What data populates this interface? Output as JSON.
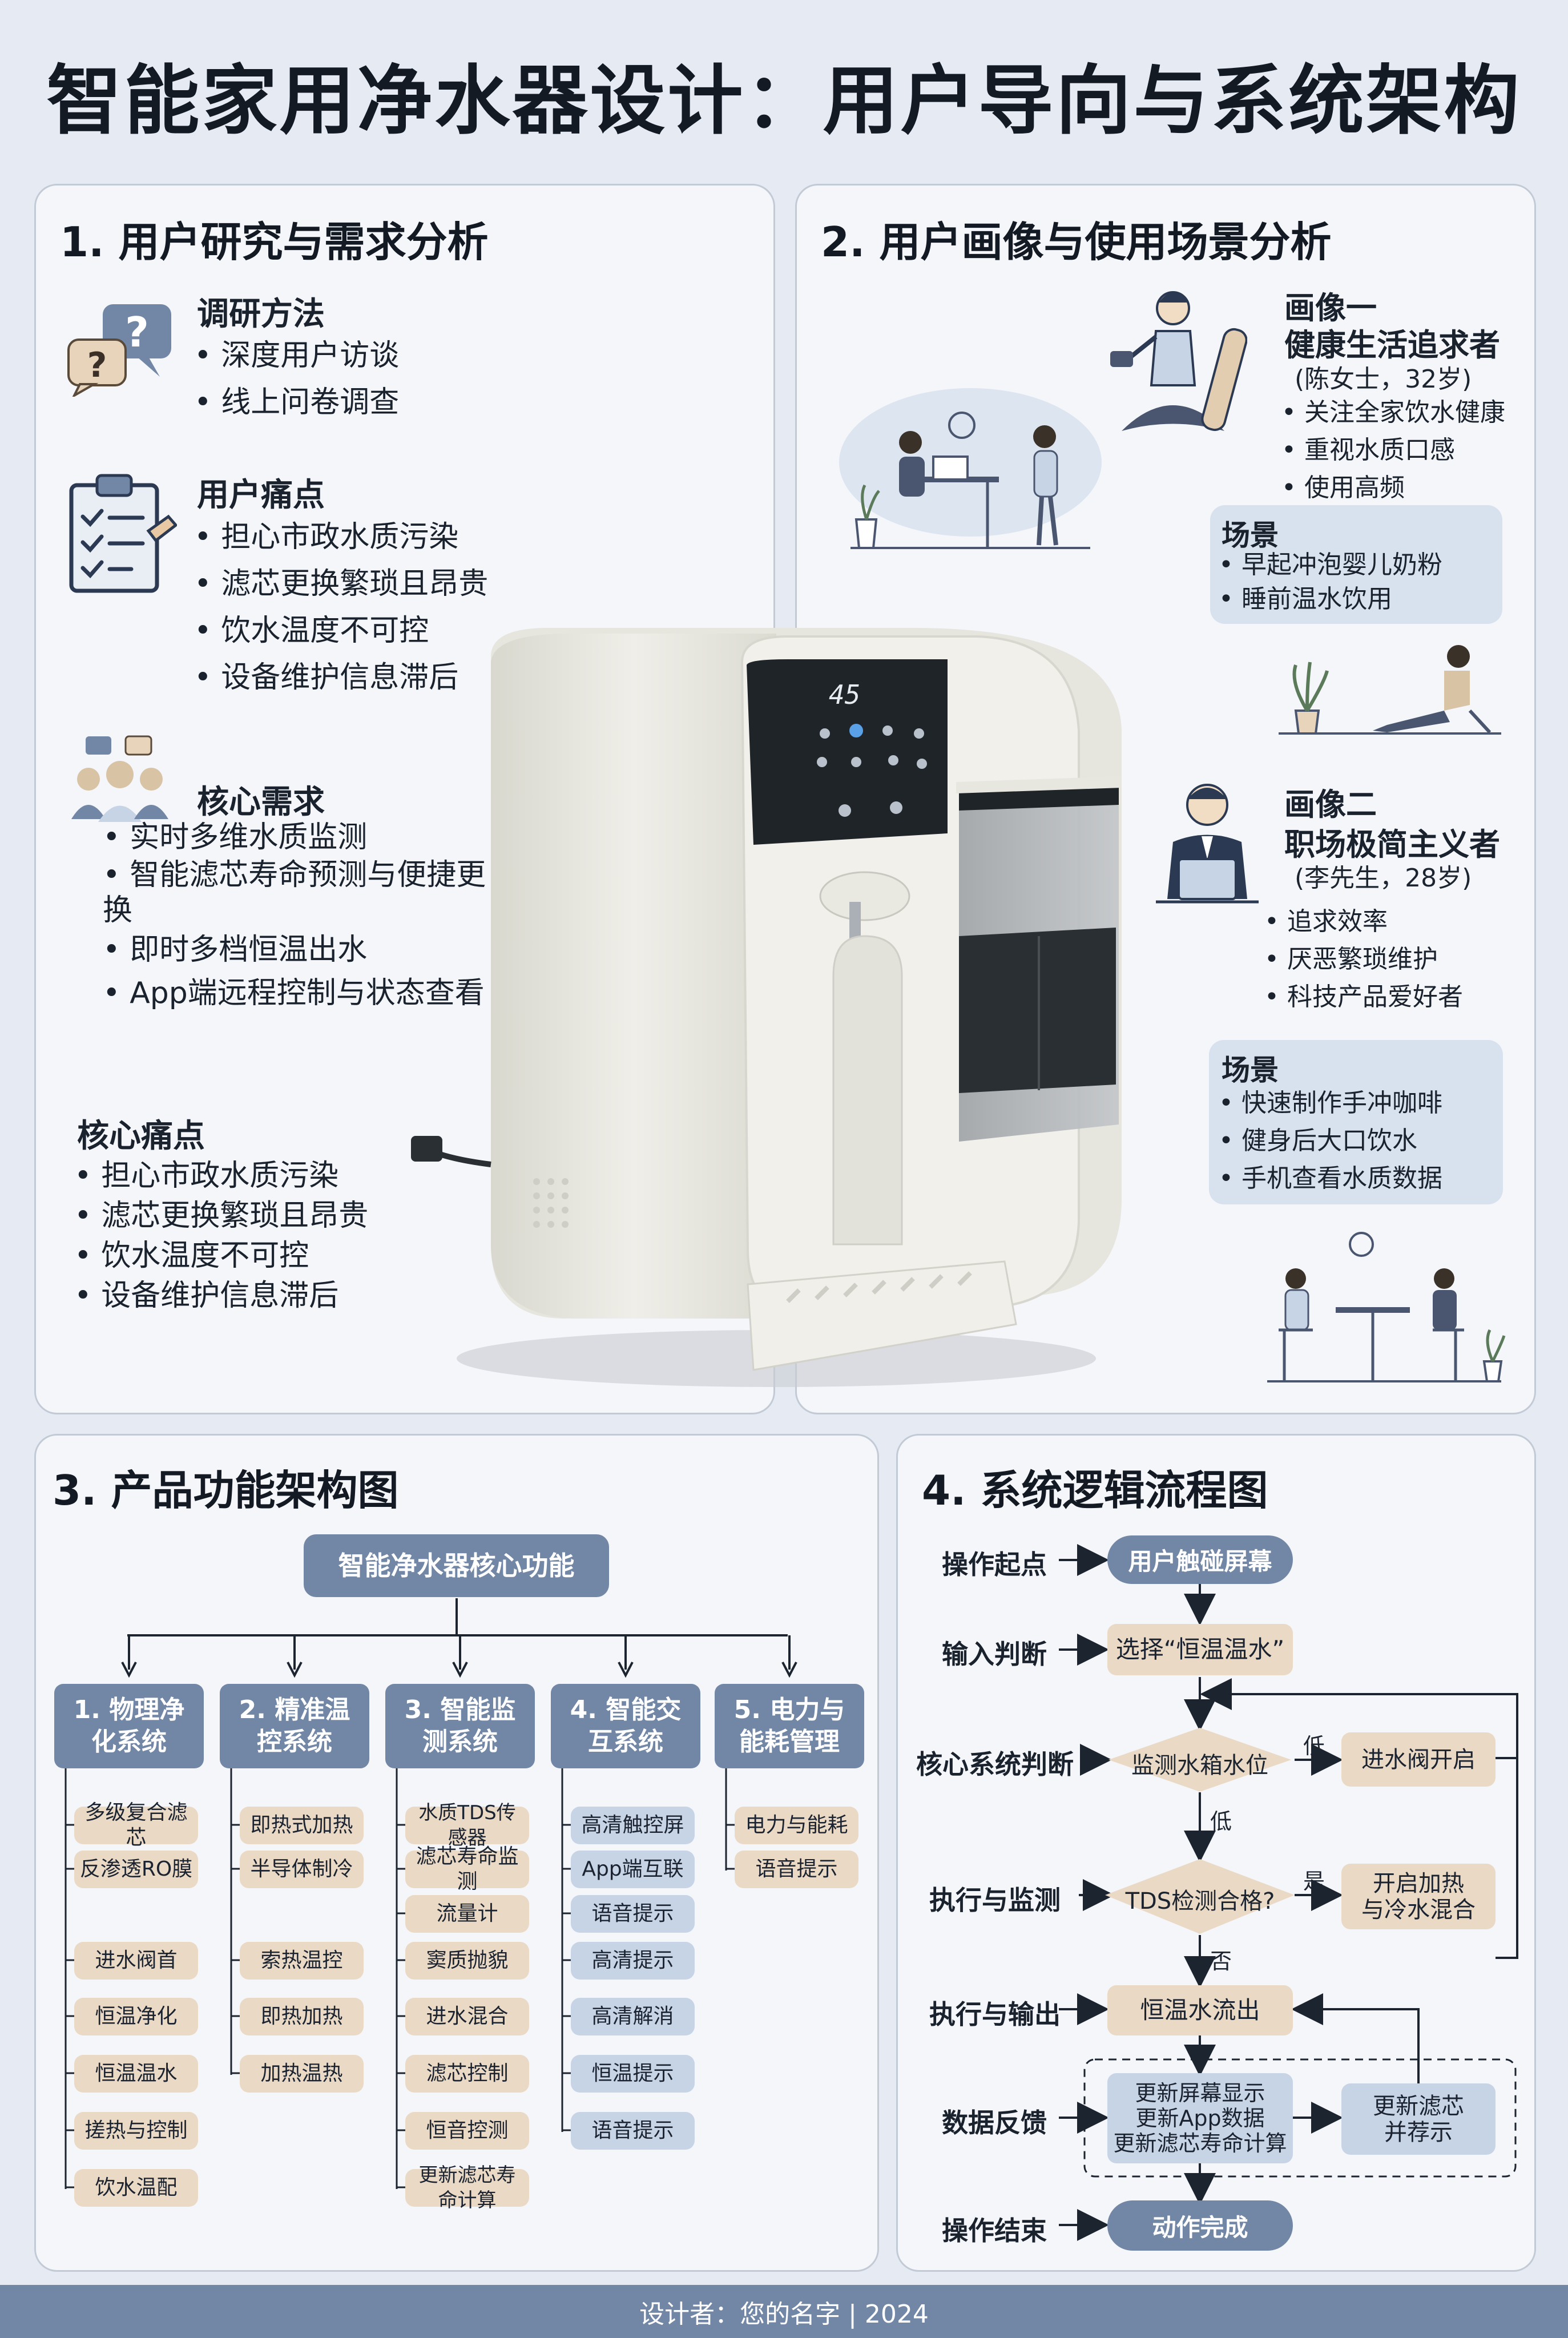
{
  "title": "智能家用净水器设计：用户导向与系统架构",
  "footer": "设计者：您的名字 | 2024",
  "p1": {
    "title": "1. 用户研究与需求分析",
    "research": {
      "heading": "调研方法",
      "items": [
        "深度用户访谈",
        "线上问卷调查"
      ]
    },
    "pain": {
      "heading": "用户痛点",
      "items": [
        "担心市政水质污染",
        "滤芯更换繁琐且昂贵",
        "饮水温度不可控",
        "设备维护信息滞后"
      ]
    },
    "needs": {
      "heading": "核心需求",
      "items": [
        "实时多维水质监测",
        "智能滤芯寿命预测与便捷更换",
        "即时多档恒温出水",
        "App端远程控制与状态查看"
      ]
    },
    "core_pain": {
      "heading": "核心痛点",
      "items": [
        "担心市政水质污染",
        "滤芯更换繁琐且昂贵",
        "饮水温度不可控",
        "设备维护信息滞后"
      ]
    }
  },
  "device": {
    "display": "45"
  },
  "p2": {
    "title": "2. 用户画像与使用场景分析",
    "persona1": {
      "line1": "画像一",
      "line2": "健康生活追求者",
      "line3": "(陈女士，32岁)",
      "items": [
        "关注全家饮水健康",
        "重视水质口感",
        "使用高频"
      ]
    },
    "scene1": {
      "heading": "场景",
      "items": [
        "早起冲泡婴儿奶粉",
        "睡前温水饮用"
      ]
    },
    "persona2": {
      "line1": "画像二",
      "line2": "职场极简主义者",
      "line3": "(李先生，28岁)",
      "items": [
        "追求效率",
        "厌恶繁琐维护",
        "科技产品爱好者"
      ]
    },
    "scene2": {
      "heading": "场景",
      "items": [
        "快速制作手冲咖啡",
        "健身后大口饮水",
        "手机查看水质数据"
      ]
    }
  },
  "p3": {
    "title": "3. 产品功能架构图",
    "root": "智能净水器核心功能",
    "columns": [
      {
        "head": "1. 物理净化系统",
        "items": [
          "多级复合滤芯",
          "反渗透RO膜",
          "",
          "进水阀首",
          "恒温净化",
          "恒温温水",
          "搓热与控制",
          "饮水温配"
        ]
      },
      {
        "head": "2. 精准温控系统",
        "items": [
          "即热式加热",
          "半导体制冷",
          "",
          "索热温控",
          "即热加热",
          "加热温热"
        ]
      },
      {
        "head": "3. 智能监测系统",
        "items": [
          "水质TDS传感器",
          "滤芯寿命监测",
          "流量计",
          "窦质抛貌",
          "进水混合",
          "滤芯控制",
          "恒音控测",
          "更新滤芯寿命计算"
        ]
      },
      {
        "head": "4. 智能交互系统",
        "items": [
          "高清触控屏",
          "App端互联",
          "语音提示",
          "高清提示",
          "高清解消",
          "恒温提示",
          "语音提示"
        ]
      },
      {
        "head": "5. 电力与能耗管理",
        "items": [
          "电力与能耗",
          "语音提示"
        ]
      }
    ]
  },
  "p4": {
    "title": "4. 系统逻辑流程图",
    "labels": [
      "操作起点",
      "输入判断",
      "核心系统判断",
      "执行与监测",
      "执行与输出",
      "数据反馈",
      "操作结束"
    ],
    "start": "用户触碰屏幕",
    "select": "选择“恒温温水”",
    "d1": "监测水箱水位",
    "d1_low_right": "低",
    "d1_low_down": "低",
    "valve": "进水阀开启",
    "d2": "TDS检测合格?",
    "d2_yes": "是",
    "d2_no": "否",
    "heat": "开启加热\n与冷水混合",
    "out": "恒温水流出",
    "update1": "更新屏幕显示",
    "update2": "更新App数据",
    "update3": "更新滤芯寿命计算",
    "filter": "更新滤芯\n并荐示",
    "end": "动作完成"
  }
}
